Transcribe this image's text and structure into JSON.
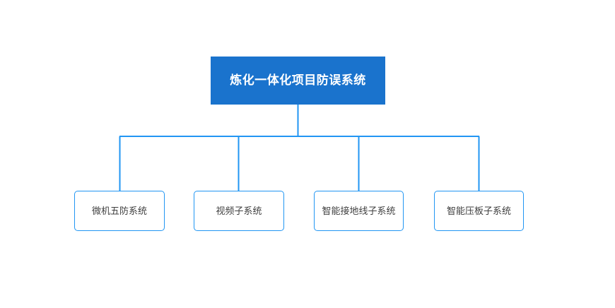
{
  "diagram": {
    "type": "org-chart",
    "orientation": "top-down",
    "background_color": "#ffffff",
    "connector_color": "#2196f3",
    "root": {
      "label": "炼化一体化项目防误系统",
      "fill_color": "#1a73cd",
      "text_color": "#ffffff"
    },
    "children": [
      {
        "label": "微机五防系统",
        "border_color": "#2196f3",
        "text_color": "#3f3f3f"
      },
      {
        "label": "视频子系统",
        "border_color": "#2196f3",
        "text_color": "#3f3f3f"
      },
      {
        "label": "智能接地线子系统",
        "border_color": "#2196f3",
        "text_color": "#3f3f3f"
      },
      {
        "label": "智能压板子系统",
        "border_color": "#2196f3",
        "text_color": "#3f3f3f"
      }
    ]
  },
  "chart_data": {
    "type": "diagram",
    "title": "炼化一体化项目防误系统",
    "nodes": [
      {
        "id": "root",
        "label": "炼化一体化项目防误系统",
        "level": 0
      },
      {
        "id": "c1",
        "label": "微机五防系统",
        "level": 1
      },
      {
        "id": "c2",
        "label": "视频子系统",
        "level": 1
      },
      {
        "id": "c3",
        "label": "智能接地线子系统",
        "level": 1
      },
      {
        "id": "c4",
        "label": "智能压板子系统",
        "level": 1
      }
    ],
    "edges": [
      {
        "from": "root",
        "to": "c1"
      },
      {
        "from": "root",
        "to": "c2"
      },
      {
        "from": "root",
        "to": "c3"
      },
      {
        "from": "root",
        "to": "c4"
      }
    ]
  }
}
